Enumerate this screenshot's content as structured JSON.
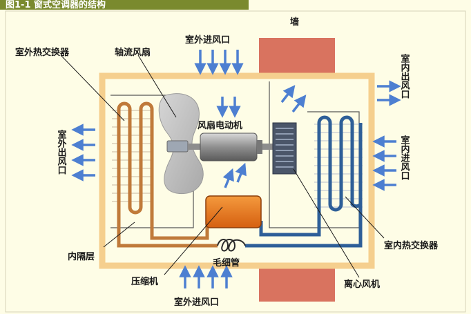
{
  "header": {
    "title": "图1-1 窗式空调器的结构"
  },
  "labels": {
    "wall": "墙",
    "outdoor_inlet_top": "室外进风口",
    "outdoor_coil": "室外热交换器",
    "axial_fan": "轴流风扇",
    "fan_motor": "风扇电动机",
    "outdoor_outlet_side": "室外出风口",
    "indoor_outlet": "室内出风口",
    "indoor_inlet": "室内进风口",
    "partition": "内隔层",
    "capillary": "毛细管",
    "indoor_coil": "室内热交换器",
    "compressor": "压缩机",
    "outdoor_inlet_bottom": "室外进风口",
    "centrifugal_fan": "离心风机"
  },
  "colors": {
    "background": "#fefde6",
    "casing_border": "#f5cf8e",
    "wall": "#d9735f",
    "outdoor_pipe": "#c07a3a",
    "indoor_pipe": "#2e5f98",
    "compressor": "#ee7a1e",
    "arrow": "#4d7fd1",
    "title_bar": "#7a8a2e"
  }
}
